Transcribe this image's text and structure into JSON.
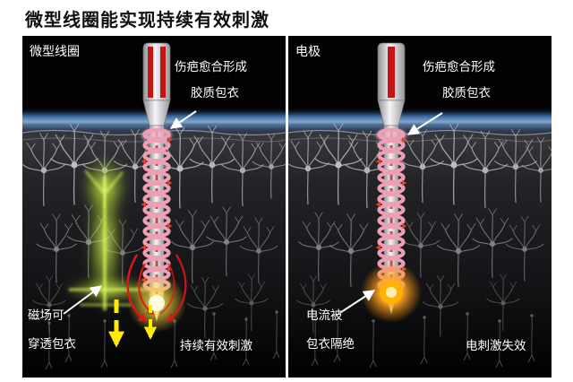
{
  "title": "微型线圈能实现持续有效刺激",
  "figure": {
    "left_panel": {
      "name_label": "微型线圈",
      "scar_label_line1": "伤疤愈合形成",
      "scar_label_line2": "胶质包衣",
      "field_label_line1": "磁场可",
      "field_label_line2": "穿透包衣",
      "result_label": "持续有效刺激"
    },
    "right_panel": {
      "name_label": "电极",
      "scar_label_line1": "伤疤愈合形成",
      "scar_label_line2": "胶质包衣",
      "current_label_line1": "电流被",
      "current_label_line2": "包衣隔绝",
      "result_label": "电刺激失效"
    }
  },
  "colors": {
    "page_background": "#ffffff",
    "panel_background": "#000000",
    "title_text": "#101010",
    "label_text": "#ffffff",
    "probe_red": "#c41414",
    "glial_coating_pink": "#ec9fb5",
    "stimulation_yellow": "#ffec00",
    "field_line_red": "#e01818",
    "activated_neuron_green": "#e6ff5e",
    "electrode_glow_orange": "#ffa726",
    "brain_surface_blue": "#88b0da"
  }
}
